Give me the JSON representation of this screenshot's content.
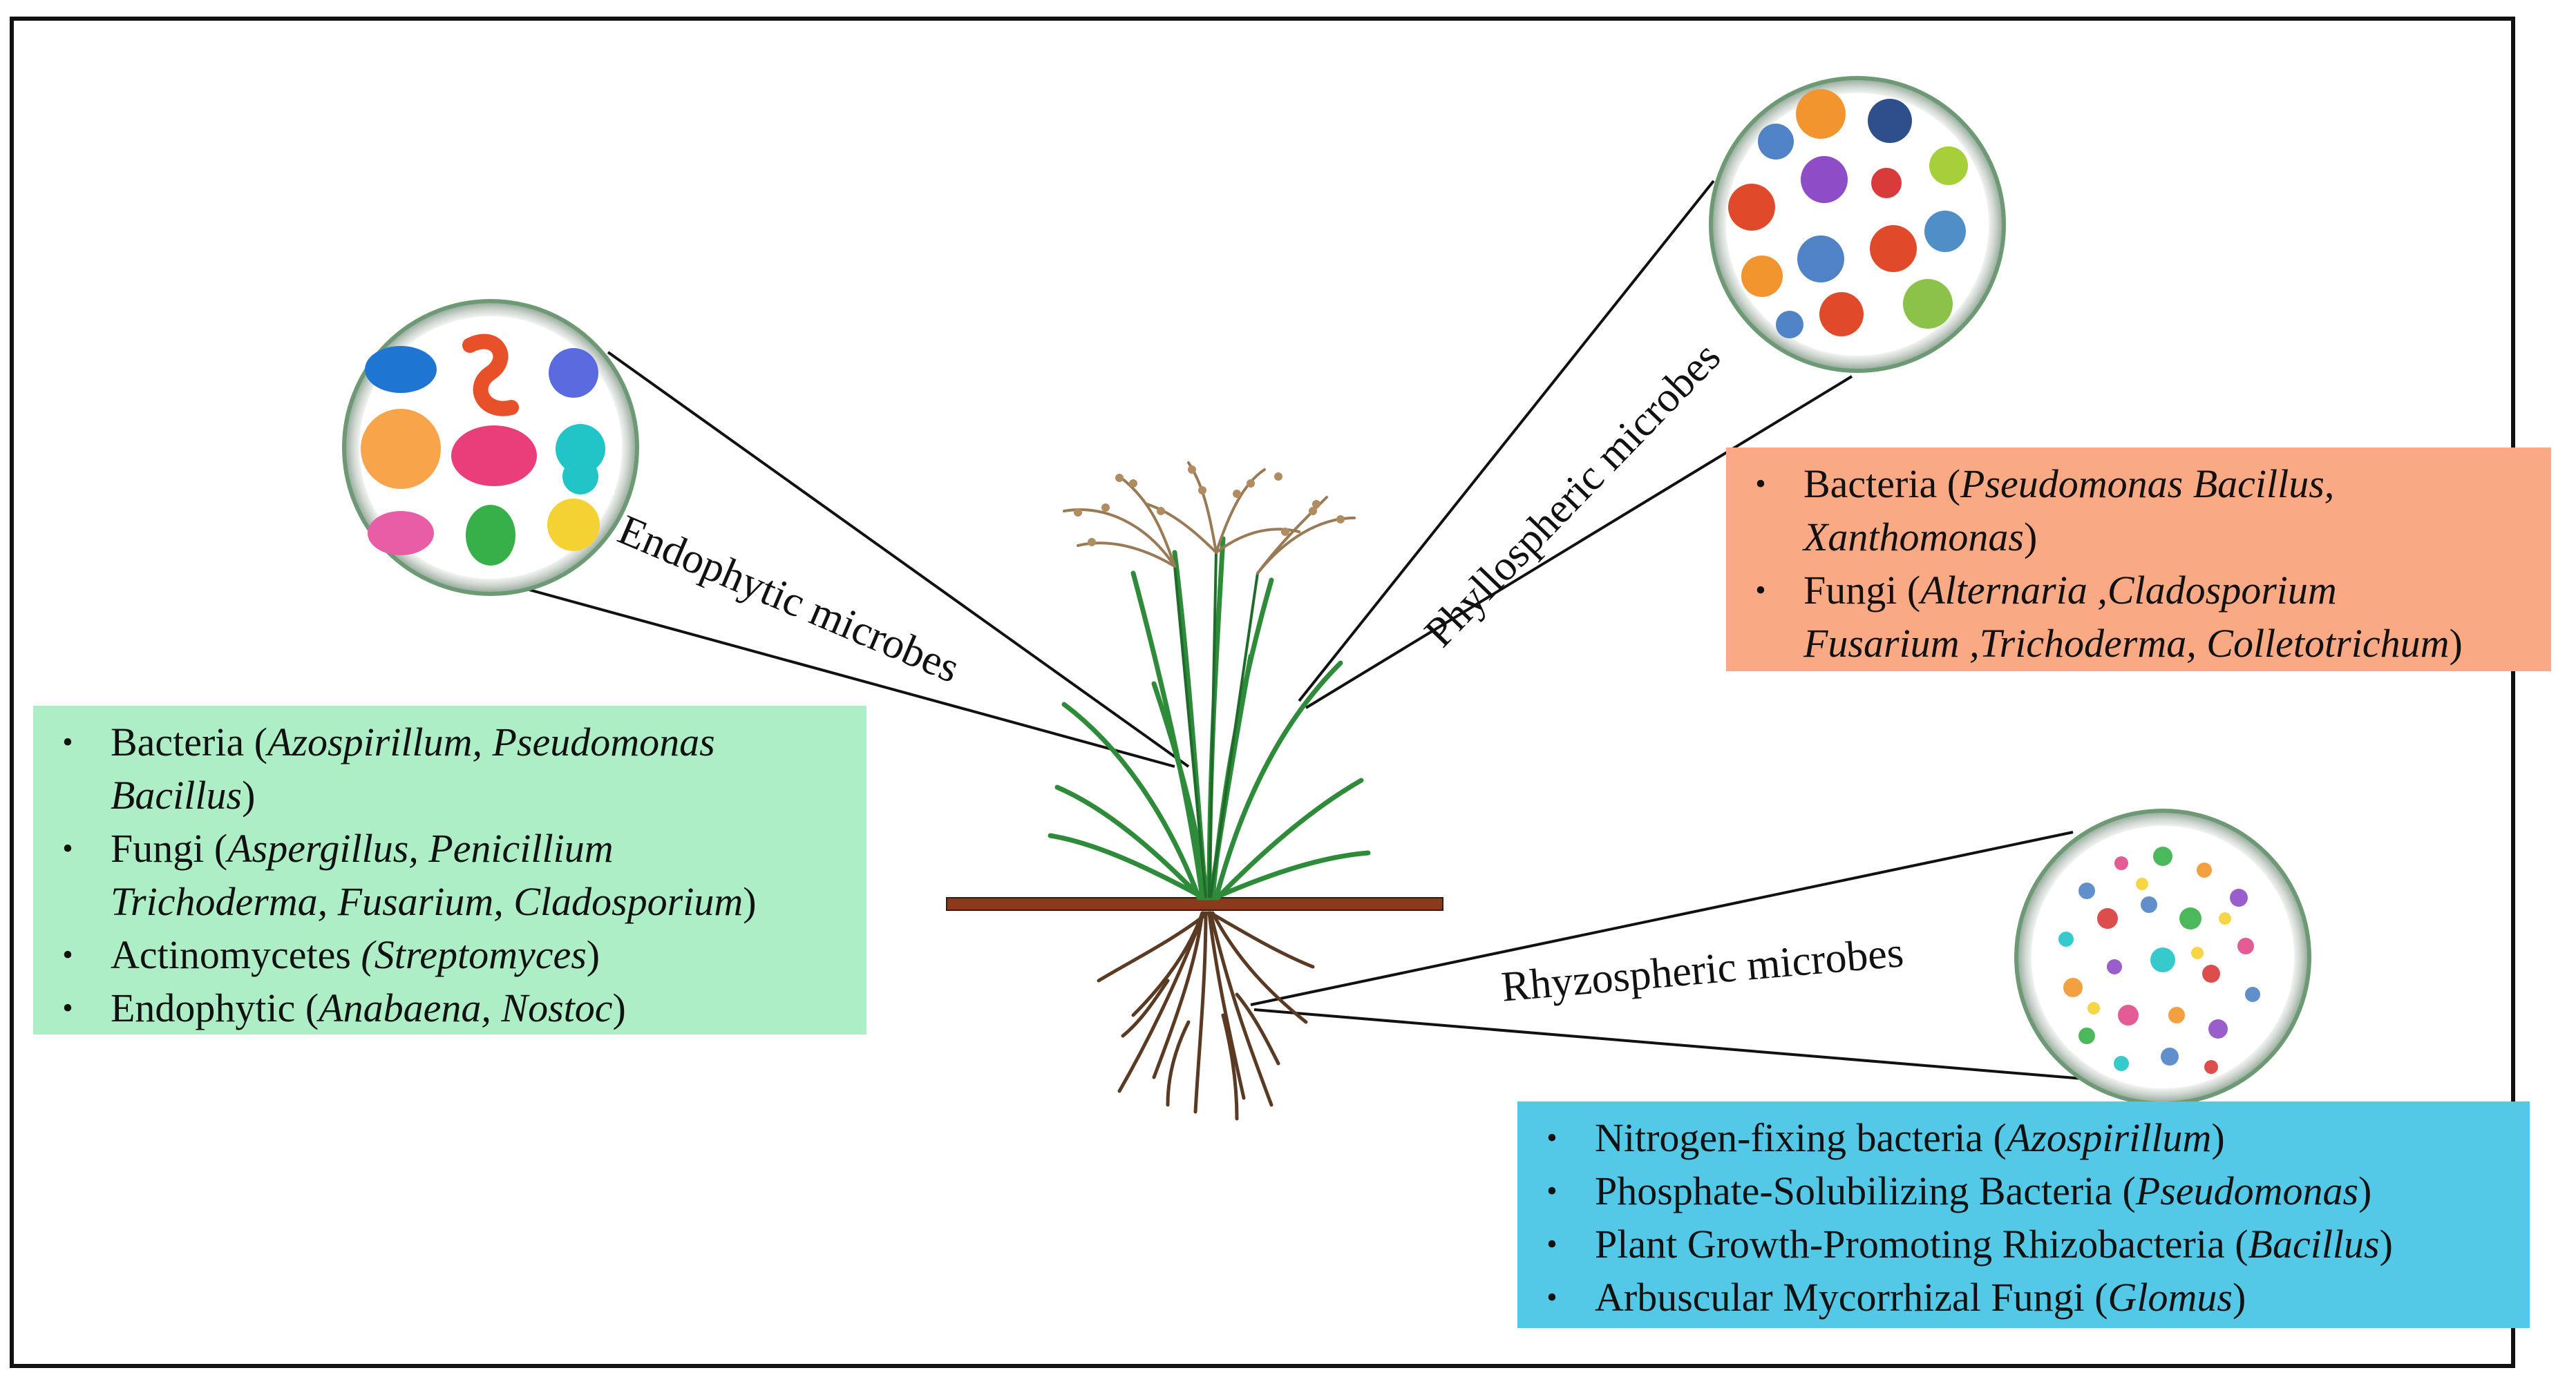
{
  "callouts": {
    "endophytic": "Endophytic microbes",
    "phyllospheric": "Phyllospheric microbes",
    "rhizospheric": "Rhyzospheric microbes"
  },
  "bullet_char": "•",
  "endophytic_box": {
    "color": "#aeeec7",
    "lines": [
      {
        "text": "Bacteria (",
        "italic": "Azospirillum, Pseudomonas",
        "after": ""
      },
      {
        "text": "",
        "italic": "Bacillus",
        "after": ")"
      },
      {
        "text": "Fungi (",
        "italic": "Aspergillus, Penicillium",
        "after": ""
      },
      {
        "text": "",
        "italic": "Trichoderma, Fusarium, Cladosporium",
        "after": ")"
      },
      {
        "text": "Actinomycetes ",
        "italic": "(Streptomyces",
        "after": ")"
      },
      {
        "text": "Endophytic (",
        "italic": "Anabaena, Nostoc",
        "after": ")"
      }
    ]
  },
  "phyllospheric_box": {
    "color": "#f9a983",
    "lines": [
      {
        "text": "Bacteria (",
        "italic": "Pseudomonas Bacillus,",
        "after": ""
      },
      {
        "text": "",
        "italic": "Xanthomonas",
        "after": ")"
      },
      {
        "text": "Fungi (",
        "italic": "Alternaria ,Cladosporium",
        "after": ""
      },
      {
        "text": "",
        "italic": "Fusarium ,Trichoderma, Colletotrichum",
        "after": ")"
      }
    ]
  },
  "rhizospheric_box": {
    "color": "#53c8e7",
    "lines": [
      {
        "text": "Nitrogen-fixing bacteria (",
        "italic": "Azospirillum",
        "after": ")"
      },
      {
        "text": "Phosphate-Solubilizing Bacteria (",
        "italic": "Pseudomonas",
        "after": ")"
      },
      {
        "text": "Plant Growth-Promoting Rhizobacteria (",
        "italic": "Bacillus",
        "after": ")"
      },
      {
        "text": "Arbuscular Mycorrhizal Fungi (",
        "italic": "Glomus",
        "after": ")"
      }
    ]
  },
  "colors": {
    "soil_line": "#8a3a1a",
    "leaf": "#2e8b3a",
    "panicle": "#9a7a55",
    "root": "#5a3a22"
  }
}
